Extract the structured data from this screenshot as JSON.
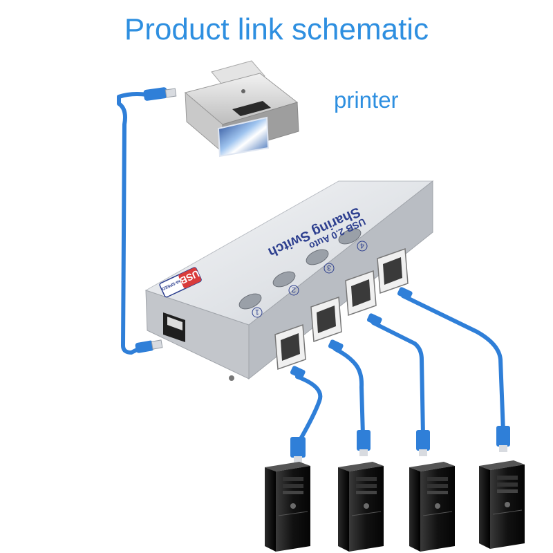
{
  "title": "Product link schematic",
  "printer_label": "printer",
  "switch": {
    "name": "Sharing Switch",
    "subtitle": "USB 2.0 Auto",
    "logo": "USB",
    "logo_sub": "HI-SPEED",
    "port_numbers": [
      "1",
      "2",
      "3",
      "4"
    ]
  },
  "computers": [
    "pc-1",
    "pc-2",
    "pc-3",
    "pc-4"
  ],
  "colors": {
    "cable": "#2f7fd8",
    "title": "#2e8fe0",
    "device_text": "#2d3f8f"
  }
}
